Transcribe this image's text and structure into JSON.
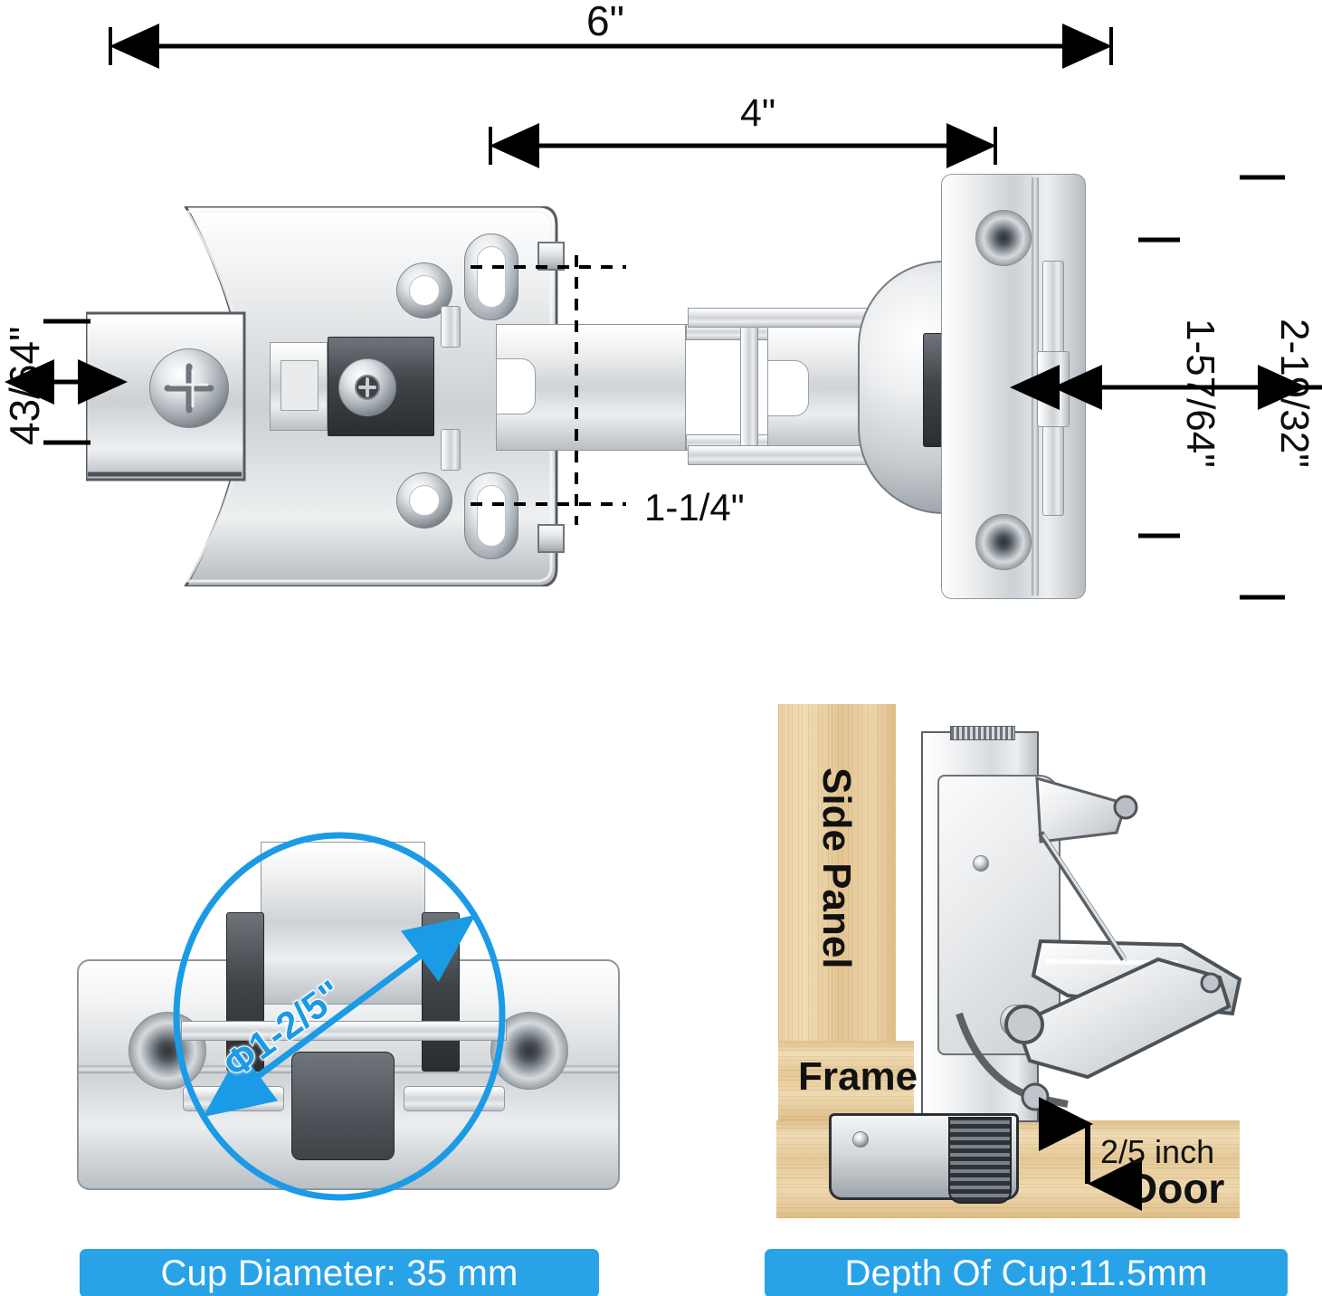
{
  "document": {
    "type": "product-dimension-diagram",
    "subject": "concealed cabinet hinge",
    "background_color": "#ffffff",
    "accent_color": "#29a3e8"
  },
  "top_view": {
    "dimensions": {
      "overall_width": "6\"",
      "arm_width": "4\"",
      "plate_thickness": "43/64\"",
      "offset": "1-1/4\"",
      "cup_plate_height": "1-57/64\"",
      "overall_height": "2-19/32\""
    }
  },
  "cup_detail": {
    "callout": "Φ1-2/5\"",
    "caption": "Cup Diameter: 35 mm",
    "circle_color": "#1b9ae6"
  },
  "install_detail": {
    "caption": "Depth Of Cup:11.5mm",
    "labels": {
      "side_panel": "Side Panel",
      "frame": "Frame",
      "door": "Door",
      "gap": "2/5 inch"
    },
    "wood_color": "#e6c897"
  }
}
